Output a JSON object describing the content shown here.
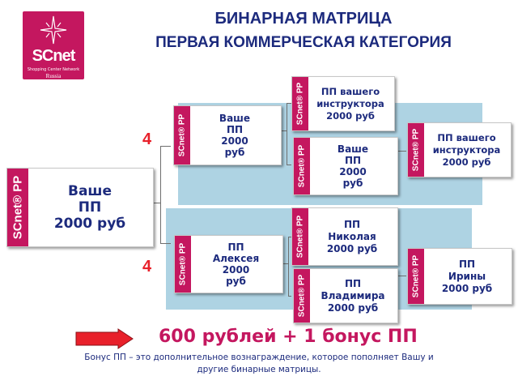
{
  "logo": {
    "brand": "SCnet",
    "subtitle": "Shopping Center Network",
    "region": "Russia"
  },
  "title": {
    "line1": "БИНАРНАЯ МАТРИЦА",
    "line2": "ПЕРВАЯ КОММЕРЧЕСКАЯ КАТЕГОРИЯ"
  },
  "card_tag": "SCnet® PP",
  "nodes": {
    "root": [
      "Ваше",
      "ПП",
      "2000 руб"
    ],
    "upper": [
      "Ваше",
      "ПП",
      "2000",
      "руб"
    ],
    "upper_a": [
      "ПП вашего",
      "инструктора",
      "2000 руб"
    ],
    "upper_b": [
      "Ваше",
      "ПП",
      "2000",
      "руб"
    ],
    "upper_c": [
      "ПП вашего",
      "инструктора",
      "2000 руб"
    ],
    "lower": [
      "ПП",
      "Алексея",
      "2000",
      "руб"
    ],
    "lower_a": [
      "ПП",
      "Николая",
      "2000 руб"
    ],
    "lower_b": [
      "ПП",
      "Владимира",
      "2000 руб"
    ],
    "lower_c": [
      "ПП",
      "Ирины",
      "2000 руб"
    ]
  },
  "counts": {
    "upper": "4",
    "lower": "4"
  },
  "bonus_text": "600 рублей + 1 бонус ПП",
  "note_line1": "Бонус ПП – это дополнительное вознаграждение, которое пополняет Вашу и",
  "note_line2": "другие бинарные матрицы.",
  "colors": {
    "magenta": "#c4175f",
    "navy": "#1c2a7d",
    "panel": "#aed3e3",
    "red": "#e8202a"
  }
}
